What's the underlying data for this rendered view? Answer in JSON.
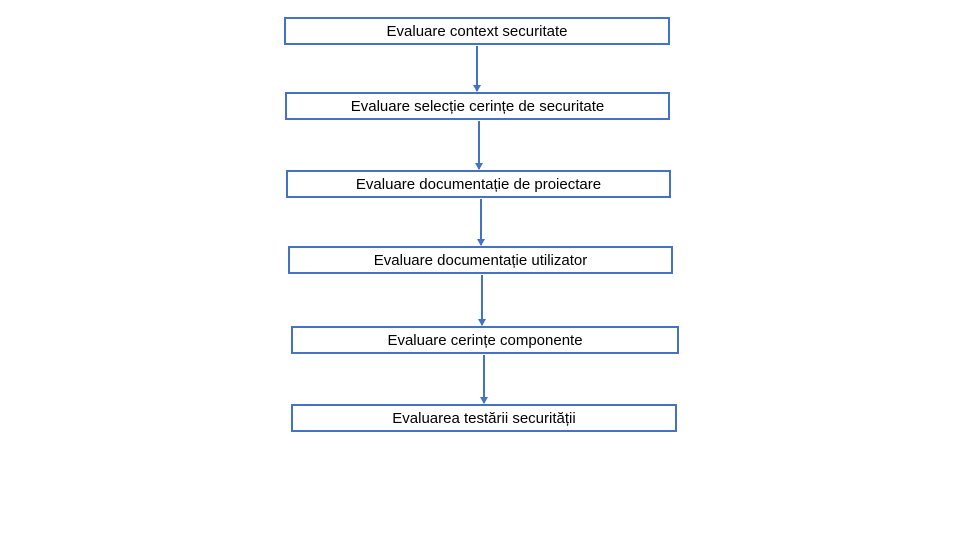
{
  "diagram": {
    "type": "flowchart",
    "direction": "top-down",
    "steps": [
      {
        "label": "Evaluare context securitate"
      },
      {
        "label": "Evaluare selecție cerințe de securitate"
      },
      {
        "label": "Evaluare documentație de proiectare"
      },
      {
        "label": "Evaluare documentație utilizator"
      },
      {
        "label": "Evaluare cerințe componente"
      },
      {
        "label": "Evaluarea testării securității"
      }
    ],
    "colors": {
      "box_border": "#4472C4",
      "box_fill": "#FFFFFF",
      "arrow": "#4472C4",
      "text": "#000000",
      "background": "#FFFFFF"
    }
  }
}
